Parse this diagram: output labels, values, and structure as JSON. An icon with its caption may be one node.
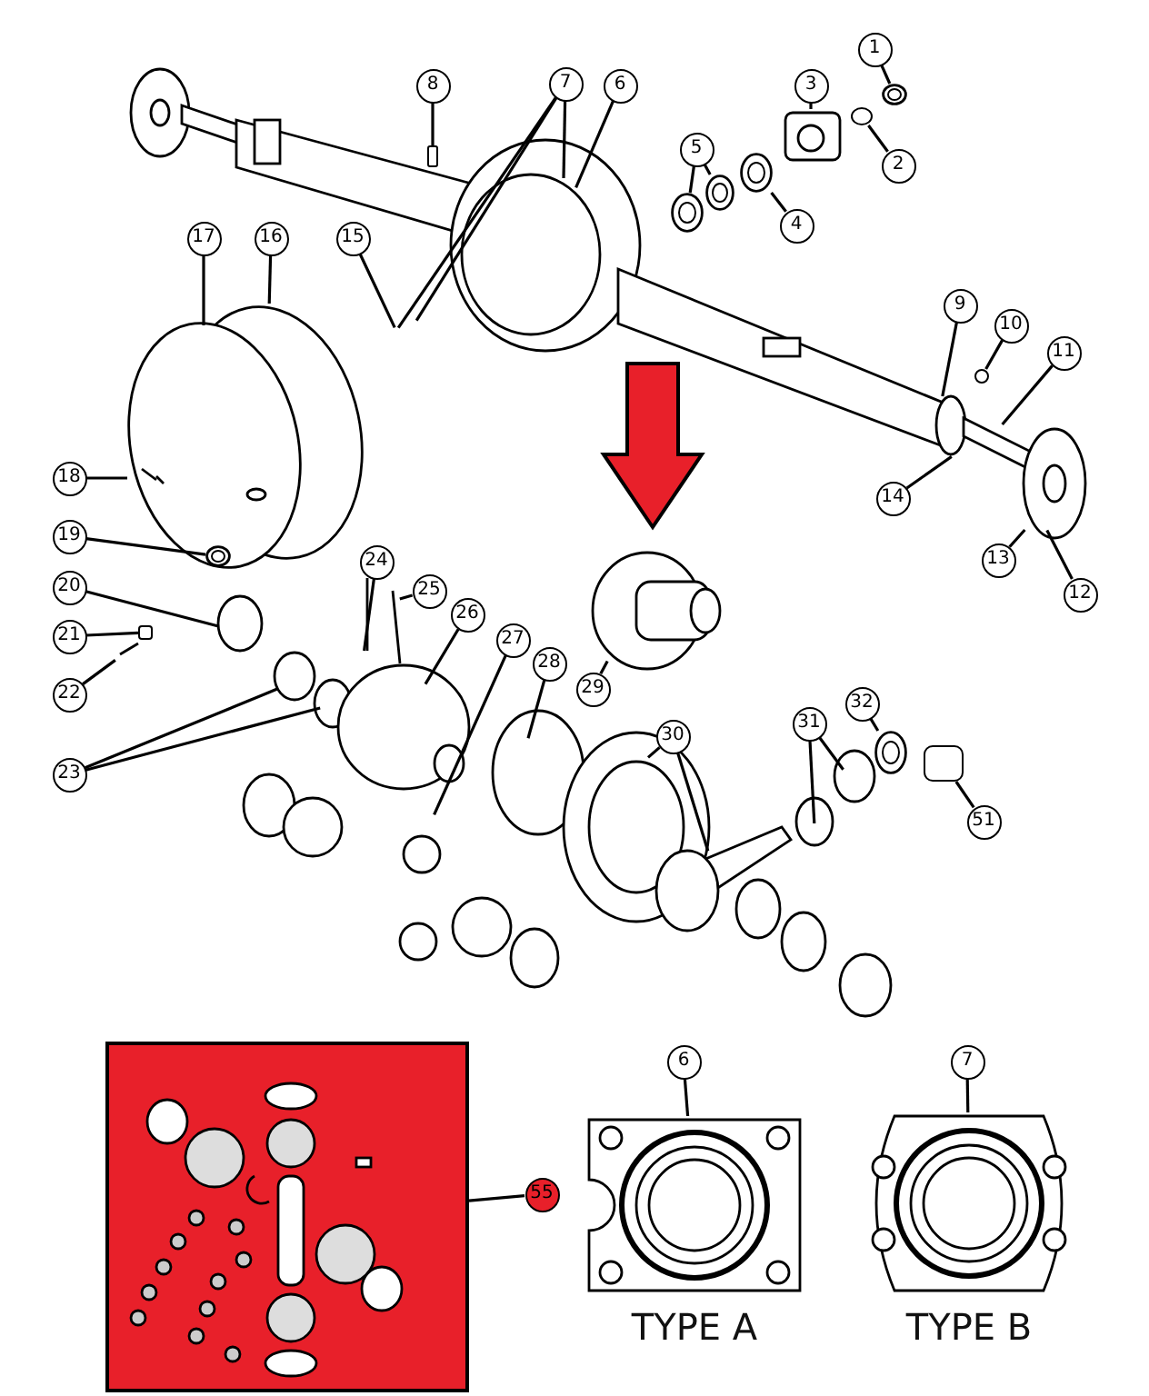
{
  "diagram": {
    "nodes": [
      {
        "text": [
          "1"
        ]
      },
      {
        "text": [
          "2"
        ]
      },
      {
        "text": [
          "3"
        ]
      },
      {
        "text": [
          "4"
        ]
      },
      {
        "text": [
          "5"
        ]
      },
      {
        "text": [
          "6"
        ]
      },
      {
        "text": [
          "7"
        ]
      },
      {
        "text": [
          "8"
        ]
      },
      {
        "text": [
          "9"
        ]
      },
      {
        "text": [
          "10"
        ]
      },
      {
        "text": [
          "11"
        ]
      },
      {
        "text": [
          "12"
        ]
      },
      {
        "text": [
          "13"
        ]
      },
      {
        "text": [
          "14"
        ]
      },
      {
        "text": [
          "15"
        ]
      },
      {
        "text": [
          "16"
        ]
      },
      {
        "text": [
          "17"
        ]
      },
      {
        "text": [
          "18"
        ]
      },
      {
        "text": [
          "19"
        ]
      },
      {
        "text": [
          "20"
        ]
      },
      {
        "text": [
          "21"
        ]
      },
      {
        "text": [
          "22"
        ]
      },
      {
        "text": [
          "23"
        ]
      },
      {
        "text": [
          "24"
        ]
      },
      {
        "text": [
          "25"
        ]
      },
      {
        "text": [
          "26"
        ]
      },
      {
        "text": [
          "27"
        ]
      },
      {
        "text": [
          "28"
        ]
      },
      {
        "text": [
          "29"
        ]
      },
      {
        "text": [
          "30"
        ]
      },
      {
        "text": [
          "31"
        ]
      },
      {
        "text": [
          "32"
        ]
      },
      {
        "text": [
          "51"
        ]
      },
      {
        "text": [],
        "shape": "picture"
      },
      {
        "text": [
          "55"
        ]
      },
      {
        "text": [],
        "shape": "picture",
        "beside": [
          "TYPE A"
        ]
      },
      {
        "text": [
          "6"
        ]
      },
      {
        "text": [],
        "shape": "picture",
        "beside": [
          "TYPE B"
        ]
      },
      {
        "text": [
          "7"
        ]
      },
      {
        "text": [],
        "shape": "picture"
      },
      {
        "text": [],
        "shape": "circle"
      },
      {
        "text": [],
        "shape": "picture"
      },
      {
        "text": [],
        "shape": "picture"
      },
      {
        "text": [],
        "shape": "picture"
      },
      {
        "text": [],
        "shape": "box"
      },
      {
        "text": [],
        "shape": "circle"
      },
      {
        "text": [],
        "shape": "picture"
      },
      {
        "text": [],
        "shape": "box"
      },
      {
        "text": [],
        "shape": "picture"
      },
      {
        "text": [],
        "shape": "box"
      }
    ],
    "edges": [
      {
        "from": 0,
        "to": 39,
        "arrow": "none"
      },
      {
        "from": 1,
        "to": 40,
        "arrow": "none"
      },
      {
        "from": 2,
        "to": null,
        "arrow": "none"
      },
      {
        "from": 3,
        "to": 41,
        "arrow": "none"
      },
      {
        "from": 4,
        "to": 42,
        "arrow": "none"
      },
      {
        "from": 4,
        "to": 43,
        "arrow": "none"
      },
      {
        "from": 5,
        "to": null,
        "arrow": "none"
      },
      {
        "from": 6,
        "to": null,
        "arrow": "none"
      },
      {
        "from": 6,
        "to": null,
        "arrow": "none"
      },
      {
        "from": 6,
        "to": null,
        "arrow": "none"
      },
      {
        "from": 7,
        "to": 44,
        "arrow": "none"
      },
      {
        "from": 8,
        "to": null,
        "arrow": "none"
      },
      {
        "from": 9,
        "to": 45,
        "arrow": "none"
      },
      {
        "from": 10,
        "to": null,
        "arrow": "none"
      },
      {
        "from": 11,
        "to": null,
        "arrow": "none"
      },
      {
        "from": 12,
        "to": null,
        "arrow": "none"
      },
      {
        "from": 13,
        "to": null,
        "arrow": "none"
      },
      {
        "from": 14,
        "to": null,
        "arrow": "none"
      },
      {
        "from": 15,
        "to": null,
        "arrow": "none"
      },
      {
        "from": 16,
        "to": null,
        "arrow": "none"
      },
      {
        "from": 17,
        "to": null,
        "arrow": "none"
      },
      {
        "from": 18,
        "to": 46,
        "arrow": "none"
      },
      {
        "from": 19,
        "to": null,
        "arrow": "none"
      },
      {
        "from": 20,
        "to": 47,
        "arrow": "none"
      },
      {
        "from": 21,
        "to": null,
        "arrow": "none"
      },
      {
        "from": 22,
        "to": null,
        "arrow": "none"
      },
      {
        "from": 22,
        "to": null,
        "arrow": "none"
      },
      {
        "from": 23,
        "to": null,
        "arrow": "none"
      },
      {
        "from": 24,
        "to": null,
        "arrow": "none"
      },
      {
        "from": 25,
        "to": null,
        "arrow": "none"
      },
      {
        "from": 26,
        "to": null,
        "arrow": "none"
      },
      {
        "from": 27,
        "to": null,
        "arrow": "none"
      },
      {
        "from": 28,
        "to": null,
        "arrow": "none"
      },
      {
        "from": 29,
        "to": null,
        "arrow": "none"
      },
      {
        "from": 29,
        "to": null,
        "arrow": "none"
      },
      {
        "from": 30,
        "to": null,
        "arrow": "none"
      },
      {
        "from": 30,
        "to": null,
        "arrow": "none"
      },
      {
        "from": 31,
        "to": 48,
        "arrow": "none"
      },
      {
        "from": 32,
        "to": 49,
        "arrow": "none"
      },
      {
        "from": 34,
        "to": 33,
        "arrow": "none"
      },
      {
        "from": 36,
        "to": 35,
        "arrow": "none"
      },
      {
        "from": 38,
        "to": 37,
        "arrow": "none"
      }
    ]
  }
}
